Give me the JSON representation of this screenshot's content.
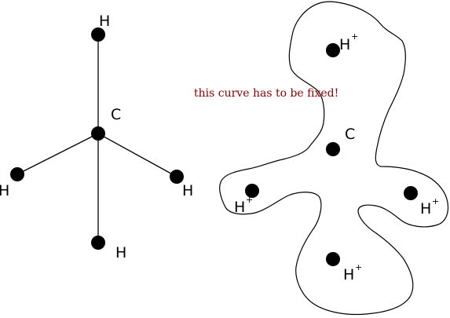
{
  "left_molecule": {
    "center": "C",
    "substituents": [
      "H",
      "H",
      "H",
      "H"
    ]
  },
  "right_molecule": {
    "center": "C",
    "ions": [
      {
        "symbol": "H",
        "charge": "+"
      },
      {
        "symbol": "H",
        "charge": "+"
      },
      {
        "symbol": "H",
        "charge": "+"
      },
      {
        "symbol": "H",
        "charge": "+"
      }
    ]
  },
  "annotation": "this curve has to be fixed!",
  "colors": {
    "annotation": "#8b0000",
    "ink": "#000000"
  }
}
